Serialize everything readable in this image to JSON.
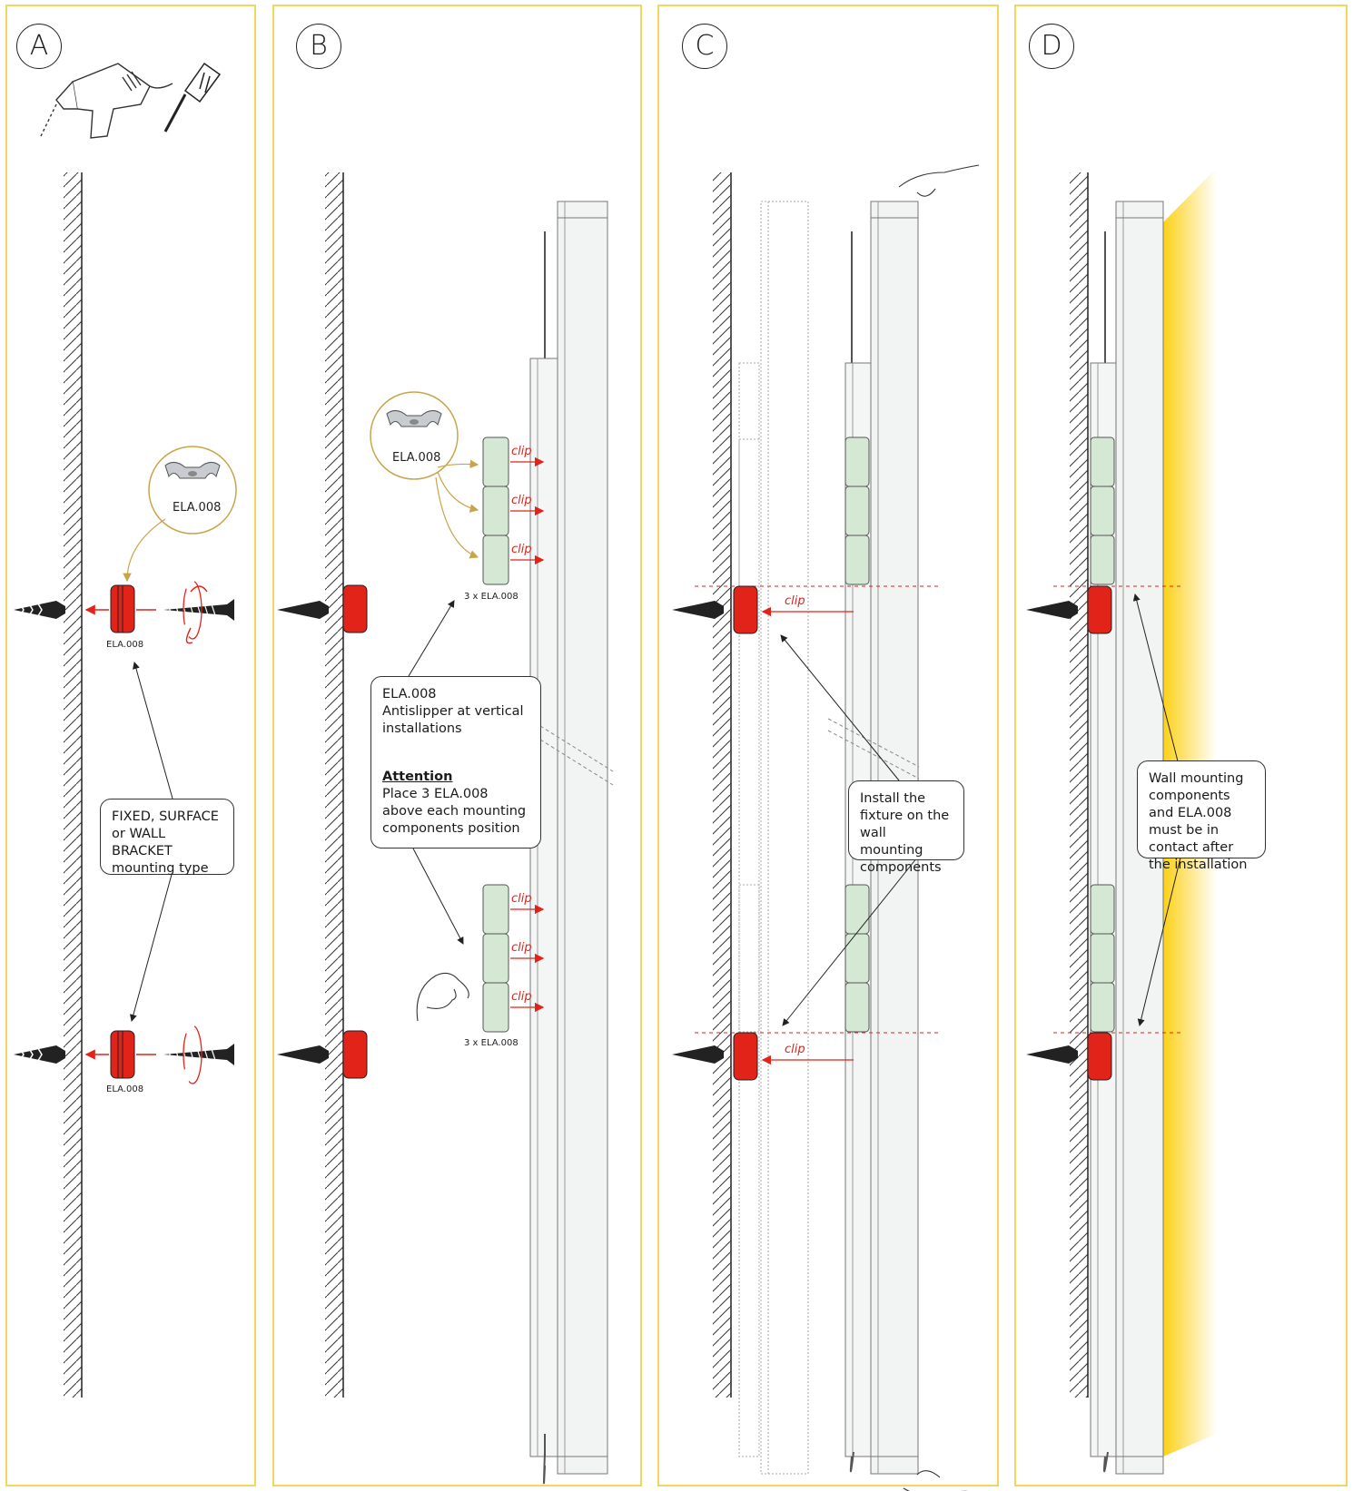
{
  "colors": {
    "panel_border": "#f2d75c",
    "bracket_red": "#e2231a",
    "antislip_green": "#d5e8d4",
    "clip_arrow": "#e2231a",
    "light_glow": "#fcd116",
    "callout_ring": "#c9a54a"
  },
  "panels": [
    {
      "letter": "A",
      "icons": [
        "drill-icon",
        "screwdriver-icon"
      ],
      "product_tag": "ELA.008",
      "bracket_labels": [
        "ELA.008",
        "ELA.008"
      ],
      "callout": "FIXED, SURFACE or WALL BRACKET mounting type"
    },
    {
      "letter": "B",
      "product_tag": "ELA.008",
      "clip_label": "clip",
      "group_label_top": "3 x ELA.008",
      "group_label_bottom": "3 x ELA.008",
      "callout_title": "ELA.008",
      "callout_subtitle": "Antislipper at vertical installations",
      "warning_title": "Attention",
      "warning_text": "Place 3 ELA.008 above each mounting components position"
    },
    {
      "letter": "C",
      "clip_label": "clip",
      "callout": "Install the fixture on the wall mounting components"
    },
    {
      "letter": "D",
      "callout": "Wall mounting components and ELA.008 must be in contact after the installation"
    }
  ]
}
